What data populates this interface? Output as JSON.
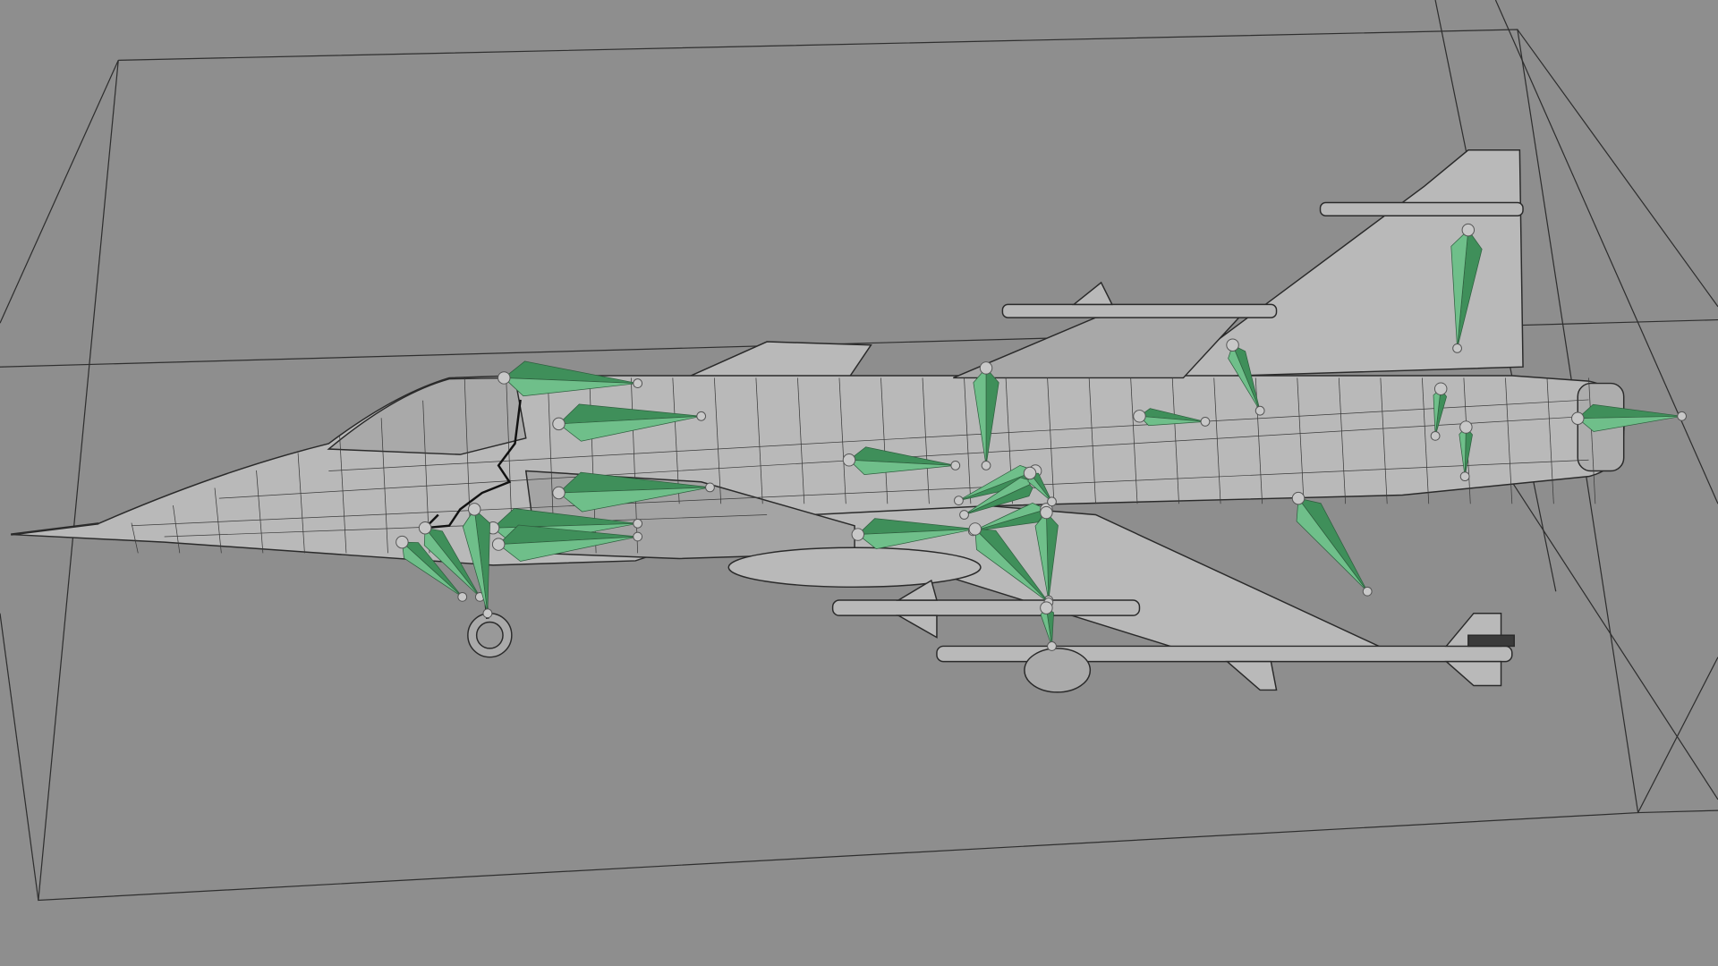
{
  "viewport": {
    "background_color": "#8e8e8e",
    "wire_color": "#2a2a2a",
    "mesh_fill": "#b9b9b9",
    "bone_color": "#6fbf8a",
    "bone_dark_color": "#3f8f5a",
    "joint_color": "#c8c8c8"
  },
  "scene": {
    "objects": [
      "bounding-box",
      "aircraft-mesh",
      "rig-bones",
      "landing-gear",
      "missiles",
      "drop-tanks"
    ]
  }
}
